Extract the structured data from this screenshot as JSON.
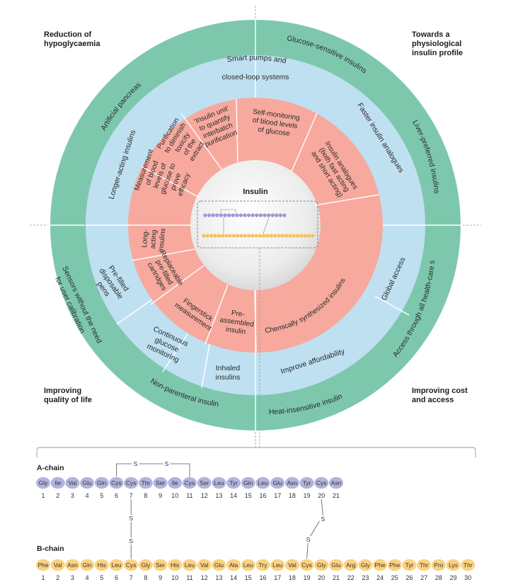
{
  "corners": {
    "top_left": [
      "Reduction of",
      "hypoglycaemia"
    ],
    "top_right": [
      "Towards a",
      "physiological",
      "insulin profile"
    ],
    "bottom_left": [
      "Improving",
      "quality of life"
    ],
    "bottom_right": [
      "Improving cost",
      "and access"
    ]
  },
  "outer_ring": {
    "glucose_sensitive": "Glucose-sensitive insulins",
    "artificial_pancreas": "Artificial pancreas",
    "liver_preferred": "Liver-preferred insulins",
    "access_health_care": "Access through all health-care systems",
    "heat_insensitive": "Heat-insensitive insulin",
    "non_parenteral": "Non-parenteral insulin",
    "sensors_line1": "Sensors without the need",
    "sensors_line2": "for user calibration"
  },
  "middle_ring": {
    "smart_pumps": [
      "Smart pumps and",
      "closed-loop systems"
    ],
    "longer_acting": "Longer-acting insulins",
    "faster_analogues": "Faster insulin analogues",
    "global_access": "Global access",
    "improve_affordability": "Improve affordability",
    "inhaled": [
      "Inhaled",
      "insulins"
    ],
    "continuous_glucose": [
      "Continuous",
      "glucose",
      "monitoring"
    ],
    "prefilled_pens": [
      "Pre-filled",
      "disposable",
      "pens"
    ]
  },
  "inner_ring": {
    "purification": [
      "Purification",
      "to diminish",
      "toxicity",
      "of the",
      "extract"
    ],
    "insulin_unit": [
      "‘Insulin unit’",
      "to quantify",
      "interbatch",
      "purification"
    ],
    "self_monitoring": [
      "Self-monitoring",
      "of blood levels",
      "of glucose"
    ],
    "insulin_analogues": [
      "Insulin analogues",
      "(both fast acting",
      "and short acting)"
    ],
    "measurement": [
      "Measurement",
      "of blood",
      "levels of",
      "glucose to",
      "prove",
      "efficacy"
    ],
    "long_acting": [
      "Long-",
      "acting",
      "insulins"
    ],
    "replaceable": [
      "Replaceable",
      "pre-filled",
      "cartridges"
    ],
    "fingerstick": [
      "Fingerstick",
      "measurement"
    ],
    "pre_assembled": [
      "Pre-",
      "assembled",
      "insulin"
    ],
    "chemically_synthesized": "Chemically synthesized insulins"
  },
  "center": {
    "title": "Insulin"
  },
  "a_chain": {
    "title": "A-chain",
    "residues": [
      "Gly",
      "Ile",
      "Val",
      "Glu",
      "Gln",
      "Cys",
      "Cys",
      "Thr",
      "Ser",
      "Ile",
      "Cys",
      "Ser",
      "Leu",
      "Tyr",
      "Gln",
      "Leu",
      "Glu",
      "Asn",
      "Tyr",
      "Cys",
      "Asn"
    ],
    "numbers": [
      "1",
      "2",
      "3",
      "4",
      "5",
      "6",
      "7",
      "8",
      "9",
      "10",
      "11",
      "12",
      "13",
      "14",
      "15",
      "16",
      "17",
      "18",
      "19",
      "20",
      "21"
    ]
  },
  "b_chain": {
    "title": "B-chain",
    "residues": [
      "Phe",
      "Val",
      "Asn",
      "Gln",
      "His",
      "Leu",
      "Cys",
      "Gly",
      "Ser",
      "His",
      "Leu",
      "Val",
      "Glu",
      "Ala",
      "Leu",
      "Try",
      "Leu",
      "Val",
      "Cys",
      "Gly",
      "Glu",
      "Arg",
      "Gly",
      "Phe",
      "Phe",
      "Tyr",
      "Thr",
      "Pro",
      "Lys",
      "Thr"
    ],
    "numbers": [
      "1",
      "2",
      "3",
      "4",
      "5",
      "6",
      "7",
      "8",
      "9",
      "10",
      "11",
      "12",
      "13",
      "14",
      "15",
      "16",
      "17",
      "18",
      "19",
      "20",
      "21",
      "22",
      "23",
      "24",
      "25",
      "26",
      "27",
      "28",
      "29",
      "30"
    ]
  },
  "bond_symbol": "S",
  "colors": {
    "outer_ring": "#7dc8ad",
    "middle_ring": "#bfe0f1",
    "inner_ring": "#f7a99e",
    "a_chain_residue": "#b4b3de",
    "b_chain_residue": "#fbd27f",
    "center": "#eeeeee"
  }
}
